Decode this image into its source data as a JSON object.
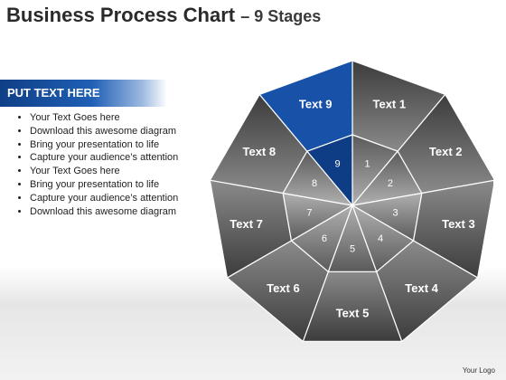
{
  "header": {
    "title": "Business Process Chart",
    "subtitle": "– 9 Stages"
  },
  "sidebar": {
    "heading": "PUT TEXT HERE",
    "bullets": [
      "Your Text Goes here",
      "Download this awesome diagram",
      "Bring your presentation to life",
      "Capture your audience’s attention",
      "Your Text Goes here",
      "Bring your presentation to life",
      "Capture your audience’s attention",
      "Download this awesome diagram"
    ]
  },
  "diagram": {
    "segments": [
      {
        "label": "Text 1",
        "number": "1"
      },
      {
        "label": "Text 2",
        "number": "2"
      },
      {
        "label": "Text 3",
        "number": "3"
      },
      {
        "label": "Text 4",
        "number": "4"
      },
      {
        "label": "Text 5",
        "number": "5"
      },
      {
        "label": "Text 6",
        "number": "6"
      },
      {
        "label": "Text 7",
        "number": "7"
      },
      {
        "label": "Text 8",
        "number": "8"
      },
      {
        "label": "Text 9",
        "number": "9"
      }
    ],
    "highlight_index": 8,
    "colors": {
      "highlight": "#1751a8",
      "highlight_inner": "#0f3d85",
      "segment_dark": "#3c3c3c",
      "segment_light": "#8a8a8a"
    }
  },
  "footer": {
    "logo_text": "Your Logo"
  }
}
